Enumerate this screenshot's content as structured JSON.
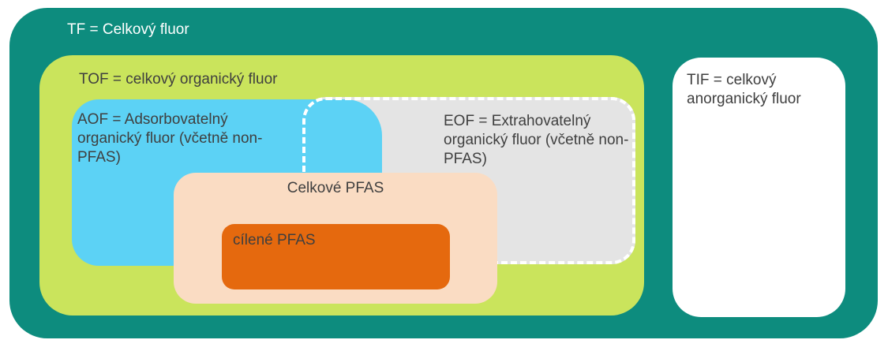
{
  "diagram": {
    "regions": {
      "tf": {
        "label": "TF = Celkový fluor",
        "color": "#0D8C7E",
        "text_color": "#FFFFFF"
      },
      "tof": {
        "label": "TOF = celkový organický fluor",
        "color": "#CAE45C"
      },
      "aof": {
        "label": "AOF = Adsorbovatelný organický fluor (včetně non-PFAS)",
        "color": "#5CD2F5"
      },
      "eof": {
        "label": "EOF = Extrahovatelný organický fluor (včetně non-PFAS)",
        "color": "#E4E4E4",
        "border_style": "dashed",
        "border_color": "#FFFFFF"
      },
      "total_pfas": {
        "label": "Celkové PFAS",
        "color": "#FADCC3"
      },
      "targeted_pfas": {
        "label": "cílené PFAS",
        "color": "#E5690E"
      },
      "tif": {
        "label": "TIF = celkový anorganický fluor",
        "color": "#FFFFFF"
      }
    },
    "text_color": "#3F3F3F"
  }
}
